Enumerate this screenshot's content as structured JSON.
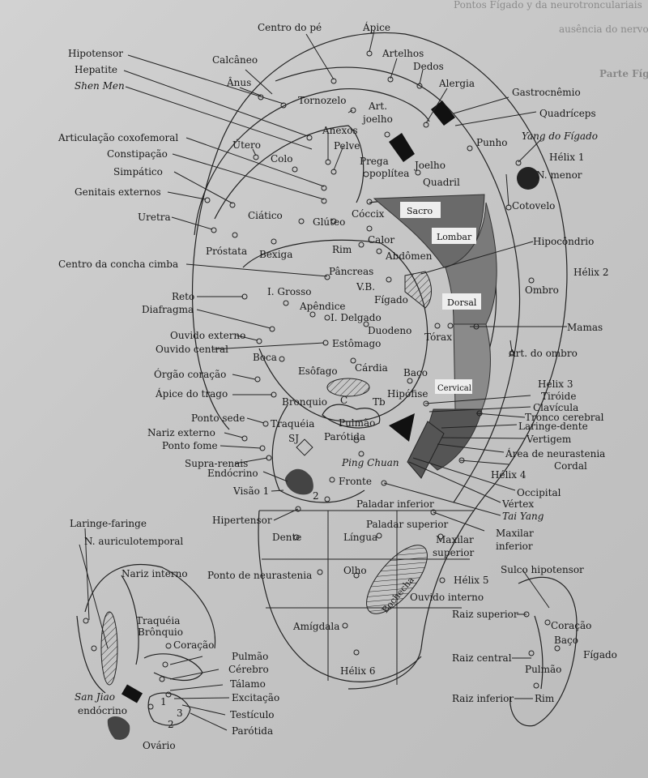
{
  "bg_text": {
    "line1": "Pontos Fígado y da neurotronculariais",
    "line2": "Parte Fígado do auriculo aorta",
    "line3": "ausência do nervo auriculotempor"
  },
  "labels": {
    "centro_do_pe": "Centro do pé",
    "apice": "Ápice",
    "artelhos": "Artelhos",
    "dedos": "Dedos",
    "alergia": "Alergia",
    "gastrocnemio": "Gastrocnêmio",
    "quadriceps": "Quadríceps",
    "yang_figado": "Yang do Fígado",
    "helix1": "Hélix 1",
    "n_menor": "N. menor",
    "hipotensor": "Hipotensor",
    "hepatite": "Hepatite",
    "shen_men": "Shen Men",
    "calcaneo": "Calcâneo",
    "anus": "Ânus",
    "tornozelo": "Tornozelo",
    "art_joelho_1": "Art.",
    "art_joelho_2": "joelho",
    "anexos": "Anexos",
    "pelve": "Pelve",
    "utero": "Útero",
    "colo": "Colo",
    "prega_1": "Prega",
    "prega_2": "poplítea",
    "joelho": "Joelho",
    "quadril": "Quadril",
    "punho": "Punho",
    "articulacao_coxofemoral": "Articulação coxofemoral",
    "constipacao": "Constipação",
    "simpatico": "Simpático",
    "genitais_externos": "Genitais externos",
    "coccix": "Cóccix",
    "sacro": "Sacro",
    "cotovelo": "Cotovelo",
    "uretra": "Uretra",
    "ciatico": "Ciático",
    "gluteo": "Glúteo",
    "calor": "Calor",
    "lombar": "Lombar",
    "hipocondrio": "Hipocôndrio",
    "prostata": "Próstata",
    "bexiga": "Bexiga",
    "rim": "Rim",
    "abdomen": "Abdômen",
    "helix2": "Hélix 2",
    "centro_concha_cimba": "Centro da concha cimba",
    "pancreas": "Pâncreas",
    "vb": "V.B.",
    "figado": "Fígado",
    "ombro": "Ombro",
    "reto": "Reto",
    "i_grosso": "I. Grosso",
    "apendice": "Apêndice",
    "dorsal": "Dorsal",
    "diafragma": "Diafragma",
    "i_delgado": "I. Delgado",
    "mamas": "Mamas",
    "duodeno": "Duodeno",
    "torax": "Tórax",
    "ouvido_externo": "Ouvido externo",
    "estomago": "Estômago",
    "ouvido_central": "Ouvido central",
    "art_ombro": "Art. do ombro",
    "boca": "Boca",
    "esofago": "Esôfago",
    "cardia": "Cárdia",
    "baco": "Baço",
    "orgao_coracao": "Órgão coração",
    "helix3": "Hélix 3",
    "cervical": "Cervical",
    "tiroide": "Tiróide",
    "apice_trago": "Ápice do trago",
    "bronquio": "Bronquio",
    "c": "C",
    "tb": "Tb",
    "hipofise": "Hipófise",
    "clavicula": "Clavícula",
    "tronco_cerebral": "Tronco cerebral",
    "ponto_sede": "Ponto sede",
    "traqueia": "Traquéia",
    "pulmao": "Pulmão",
    "laringe_dente": "Laringe-dente",
    "nariz_externo": "Nariz externo",
    "sj": "SJ",
    "parotida": "Parótida",
    "vertigem": "Vertigem",
    "ponto_fome": "Ponto fome",
    "area_neurastenia": "Área de neurastenia",
    "supra_renais": "Supra-renais",
    "ping_chuan": "Ping Chuan",
    "cordal": "Cordal",
    "endocrino": "Endócrino",
    "helix4": "Hélix 4",
    "fronte": "Fronte",
    "occipital": "Occipital",
    "visao1": "Visão 1",
    "num2": "2",
    "vertex": "Vértex",
    "paladar_inferior": "Paladar inferior",
    "tai_yang": "Tai Yang",
    "hipertensor": "Hipertensor",
    "paladar_superior": "Paladar superior",
    "maxilar_inferior_1": "Maxilar",
    "maxilar_inferior_2": "inferior",
    "laringe_faringe": "Laringe-faringe",
    "dente": "Dente",
    "lingua": "Língua",
    "maxilar_superior_1": "Maxilar",
    "maxilar_superior_2": "superior",
    "n_auriculotemporal": "N. auriculotemporal",
    "nariz_interno": "Nariz interno",
    "ponto_neurastenia": "Ponto de neurastenia",
    "olho": "Olho",
    "bochecha": "Bochecha",
    "helix5": "Hélix 5",
    "sulco_hipotensor": "Sulco hipotensor",
    "ouvido_interno": "Ouvido interno",
    "raiz_superior": "Raiz superior",
    "coracao_r": "Coração",
    "traqueia2": "Traquéia",
    "bronquio2": "Brônquio",
    "coracao2": "Coração",
    "amigdala": "Amígdala",
    "baco_r": "Baço",
    "pulmao2": "Pulmão",
    "raiz_central": "Raiz central",
    "figado_r": "Fígado",
    "cerebro": "Cérebro",
    "pulmao_r": "Pulmão",
    "helix6": "Hélix 6",
    "talamo": "Tálamo",
    "san_jiao": "San Jiao",
    "excitacao": "Excitação",
    "raiz_inferior": "Raiz inferior",
    "rim_r": "Rim",
    "endocrino2": "endócrino",
    "n1": "1",
    "n3": "3",
    "n2b": "2",
    "testiculo": "Testículo",
    "parotida2": "Parótida",
    "ovario": "Ovário"
  }
}
